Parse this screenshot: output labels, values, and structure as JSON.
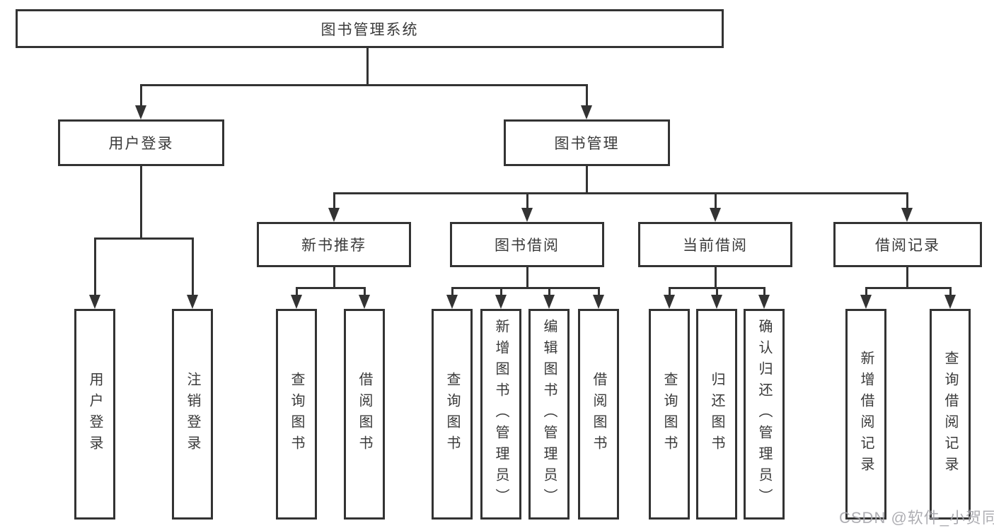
{
  "colors": {
    "background": "#ffffff",
    "line": "#333333",
    "box_border": "#333333",
    "text": "#3a3a3a",
    "watermark": "#a6a6ab"
  },
  "nodes": {
    "root": {
      "label": "图书管理系统"
    },
    "level2": [
      {
        "label": "用户登录"
      },
      {
        "label": "图书管理"
      }
    ],
    "level3": [
      {
        "label": "新书推荐"
      },
      {
        "label": "图书借阅"
      },
      {
        "label": "当前借阅"
      },
      {
        "label": "借阅记录"
      }
    ],
    "leaves": {
      "user_login": {
        "label": "用户登录"
      },
      "logout": {
        "label": "注销登录"
      },
      "rec_query_book": {
        "label": "查询图书"
      },
      "rec_borrow_book": {
        "label": "借阅图书"
      },
      "bor_query_book": {
        "label": "查询图书"
      },
      "bor_add_book": {
        "label": "新增图书（管理员）"
      },
      "bor_edit_book": {
        "label": "编辑图书（管理员）"
      },
      "bor_borrow_book": {
        "label": "借阅图书"
      },
      "cur_query_book": {
        "label": "查询图书"
      },
      "cur_return_book": {
        "label": "归还图书"
      },
      "cur_confirm_return": {
        "label": "确认归还（管理员）"
      },
      "recd_add_record": {
        "label": "新增借阅记录"
      },
      "recd_query_record": {
        "label": "查询借阅记录"
      }
    }
  },
  "watermark": {
    "text": "CSDN @软件_小贺同学"
  }
}
